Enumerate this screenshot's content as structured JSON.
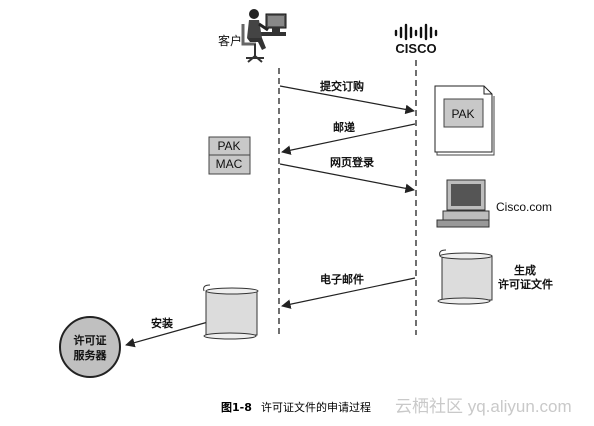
{
  "actors": {
    "customer_label": "客户",
    "cisco_logo_text": "CISCO"
  },
  "messages": {
    "submit_order": "提交订购",
    "mail": "邮递",
    "web_login": "网页登录",
    "email": "电子邮件",
    "install": "安装"
  },
  "documents": {
    "pak_box": "PAK",
    "pak_card_top": "PAK",
    "pak_card_bottom": "MAC",
    "website": "Cisco.com",
    "generate_line1": "生成",
    "generate_line2": "许可证文件"
  },
  "license_server": {
    "line1": "许可证",
    "line2": "服务器"
  },
  "caption": {
    "figure_number": "图1-8",
    "text": "许可证文件的申请过程"
  },
  "watermark": "云栖社区 yq.aliyun.com",
  "colors": {
    "gray_fill": "#c8c8c8",
    "line": "#222222"
  }
}
